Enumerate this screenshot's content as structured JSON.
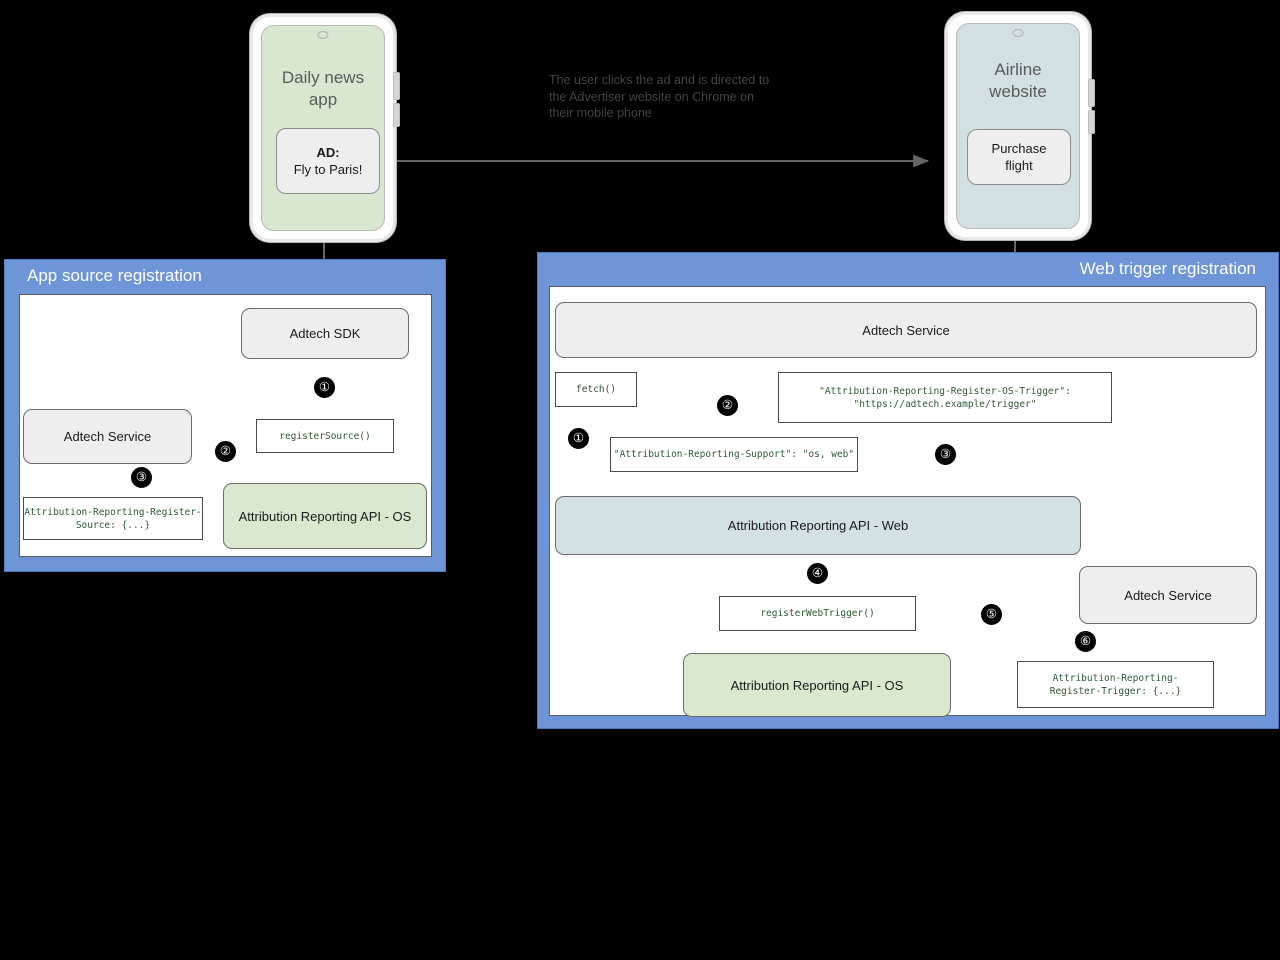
{
  "caption": {
    "line1": "The user clicks the ad and is directed to",
    "line2": "the Advertiser website on Chrome on",
    "line3": "their mobile phone"
  },
  "phones": [
    {
      "name": "publisher-phone",
      "title_line1": "Daily news",
      "title_line2": "app",
      "card_line1": "AD:",
      "card_line2": "Fly to Paris!",
      "screen_color": "#d9e7d0"
    },
    {
      "name": "advertiser-phone",
      "title_line1": "Airline",
      "title_line2": "website",
      "card_line1": "Purchase",
      "card_line2": "flight",
      "screen_color": "#d2e0e4"
    }
  ],
  "panels": {
    "left": {
      "title": "App source registration",
      "nodes": {
        "sdk": "Adtech SDK",
        "adtech_service": "Adtech Service",
        "api_os": "Attribution Reporting API - OS"
      },
      "codeboxes": {
        "register_source": "registerSource()",
        "header": "Attribution-Reporting-Register-\nSource: {...}"
      },
      "steps": [
        "①",
        "②",
        "③"
      ]
    },
    "right": {
      "title": "Web trigger registration",
      "nodes": {
        "adtech_service_top": "Adtech Service",
        "api_web": "Attribution Reporting API - Web",
        "api_os": "Attribution Reporting API - OS",
        "adtech_service_bottom": "Adtech Service"
      },
      "codeboxes": {
        "fetch": "fetch()",
        "support_header": "\"Attribution-Reporting-Support\": \"os, web\"",
        "os_trigger_header": "\"Attribution-Reporting-Register-OS-Trigger\":\n    \"https://adtech.example/trigger\"",
        "register_web_trigger": "registerWebTrigger()",
        "register_trigger_header": "Attribution-Reporting-\nRegister-Trigger: {...}"
      },
      "steps": [
        "①",
        "②",
        "③",
        "④",
        "⑤",
        "⑥"
      ]
    }
  },
  "colors": {
    "panel_blue": "#6d95d8",
    "node_grey": "#eeeeee",
    "node_green": "#d9e8cf",
    "node_bluegrey": "#d3e1e5",
    "code_text": "#2f5a33",
    "edge_grey": "#666666"
  }
}
